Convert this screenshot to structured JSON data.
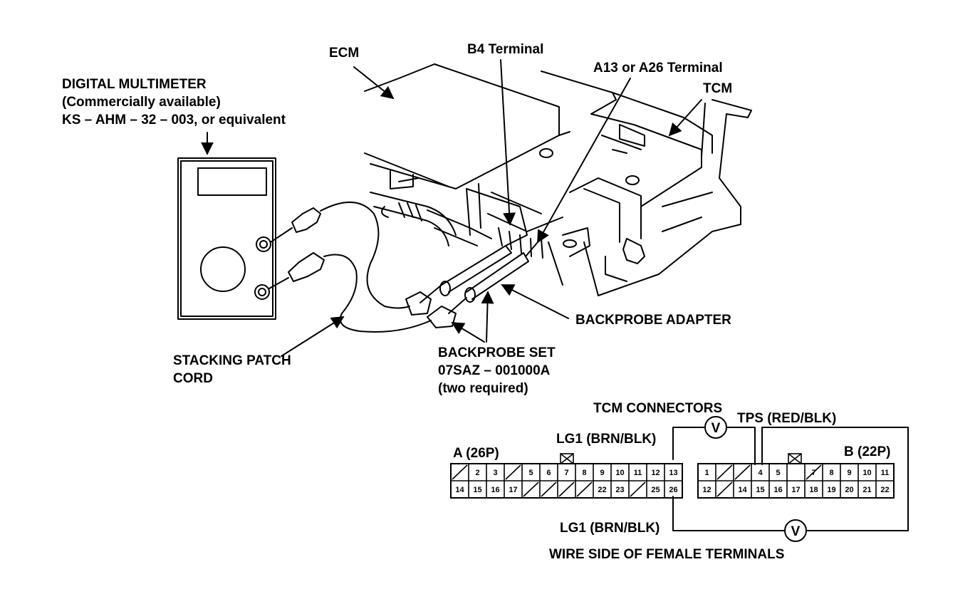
{
  "labels": {
    "ecm": "ECM",
    "b4_terminal": "B4 Terminal",
    "a13_a26_terminal": "A13 or A26 Terminal",
    "tcm": "TCM",
    "multimeter_title": "DIGITAL MULTIMETER",
    "multimeter_avail": "(Commercially available)",
    "multimeter_part": "KS – AHM – 32 – 003, or equivalent",
    "stacking_patch_line1": "STACKING PATCH",
    "stacking_patch_line2": "CORD",
    "backprobe_adapter": "BACKPROBE ADAPTER",
    "backprobe_set": "BACKPROBE SET",
    "backprobe_part": "07SAZ – 001000A",
    "backprobe_note": "(two required)",
    "tcm_connectors": "TCM CONNECTORS",
    "tps": "TPS (RED/BLK)",
    "lg1_top": "LG1 (BRN/BLK)",
    "lg1_bottom": "LG1 (BRN/BLK)",
    "connector_a": "A (26P)",
    "connector_b": "B (22P)",
    "wire_side": "WIRE SIDE OF FEMALE TERMINALS",
    "voltmeter_symbol": "V"
  },
  "connector_a": {
    "row1": [
      "",
      "2",
      "3",
      "",
      "5",
      "6",
      "7",
      "8",
      "9",
      "10",
      "11",
      "12",
      "13"
    ],
    "row2": [
      "14",
      "15",
      "16",
      "17",
      "",
      "",
      "",
      "",
      "22",
      "23",
      "",
      "25",
      "26"
    ]
  },
  "connector_b": {
    "row1": [
      "1",
      "",
      "",
      "4",
      "5",
      "",
      "7",
      "8",
      "9",
      "10",
      "11"
    ],
    "row2": [
      "12",
      "",
      "14",
      "15",
      "16",
      "17",
      "18",
      "19",
      "20",
      "21",
      "22"
    ]
  }
}
